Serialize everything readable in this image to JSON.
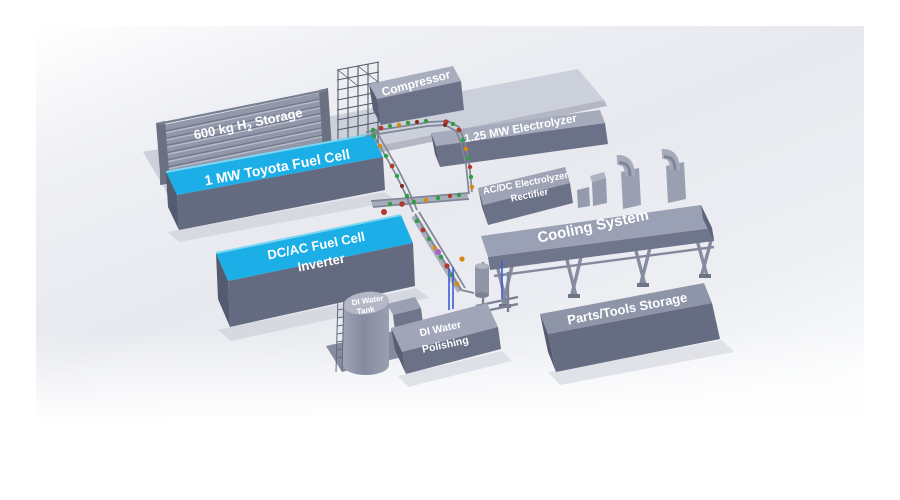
{
  "figure": {
    "kind": "3D facility layout rendering",
    "units": {
      "h2_storage": {
        "label_pre": "600 kg H",
        "label_sub": "2",
        "label_post": " Storage"
      },
      "compressor": {
        "label": "Compressor"
      },
      "electrolyzer": {
        "label": "1.25 MW Electrolyzer"
      },
      "rectifier": {
        "line1": "AC/DC Electrolyzer",
        "line2": "Rectifier"
      },
      "cooling": {
        "label": "Cooling System"
      },
      "toyota_fc": {
        "label": "1 MW Toyota Fuel Cell"
      },
      "inverter": {
        "line1": "DC/AC Fuel Cell",
        "line2": "Inverter"
      },
      "di_tank": {
        "line1": "DI Water",
        "line2": "Tank"
      },
      "di_polishing": {
        "line1": "DI Water",
        "line2": "Polishing"
      },
      "parts_storage": {
        "label": "Parts/Tools Storage"
      }
    },
    "colors": {
      "accent_cyan": "#1caee6",
      "cyan_highlight": "#7ed7f2",
      "box_top": "#a6abbc",
      "box_front": "#6b7187",
      "box_end": "#585e73",
      "ground_pad": "#ccd0da",
      "pipe_gray": "#808597",
      "valve_green": "#2f9e44",
      "valve_red": "#b03a2e",
      "valve_dark_red": "#7e2a20",
      "valve_orange": "#d68910",
      "valve_purple": "#b05fc8",
      "pipe_blue": "#3f5ed0",
      "label_text": "#ffffff"
    }
  }
}
